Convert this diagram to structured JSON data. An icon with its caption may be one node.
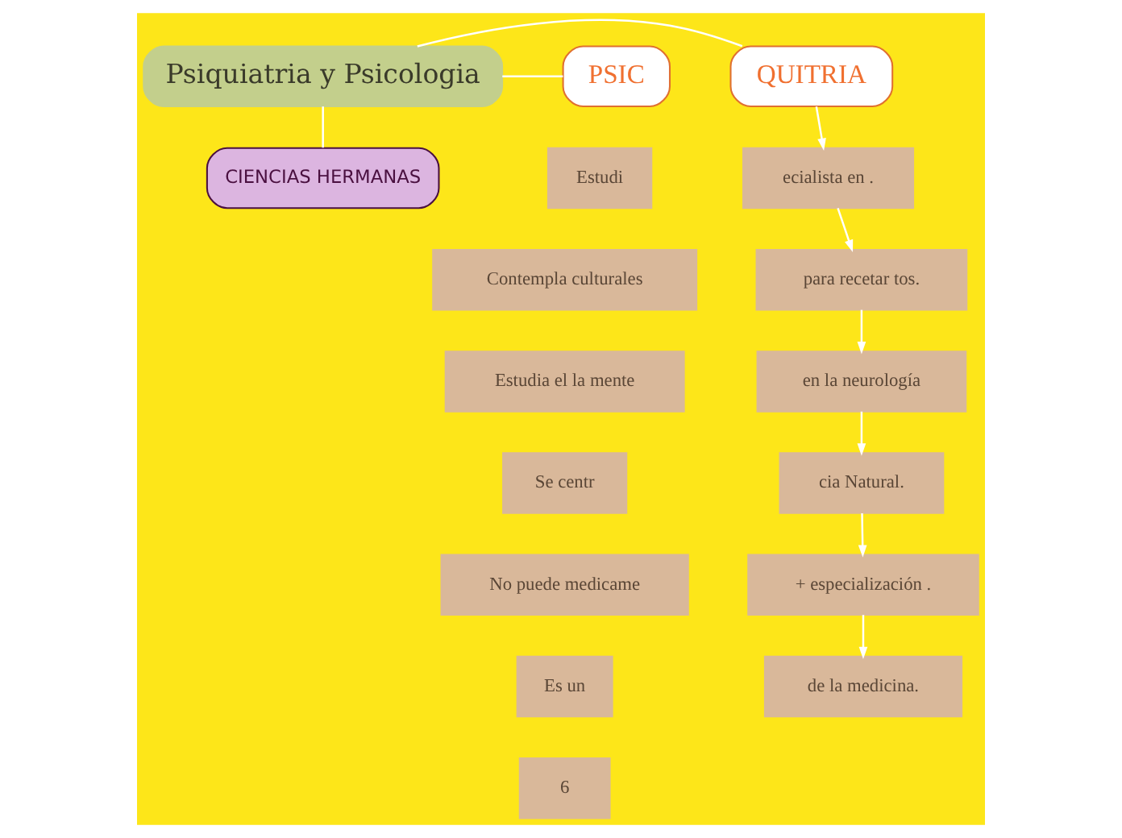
{
  "diagram": {
    "nodes": [
      {
        "text": [
          "Psiquiatria y Psicologia"
        ]
      },
      {
        "text": [
          "CIENCIAS HERMANAS"
        ]
      },
      {
        "text": [
          "QUITRIA"
        ]
      },
      {
        "text": [
          "ecialista en ."
        ]
      },
      {
        "text": [
          "para recetar tos."
        ]
      },
      {
        "text": [
          "en la neurología"
        ]
      },
      {
        "text": [
          "cia Natural."
        ]
      },
      {
        "text": [
          "+ especialización ."
        ]
      },
      {
        "text": [
          "de la medicina."
        ]
      },
      {
        "text": [
          "PSIC"
        ]
      },
      {
        "text": [
          "Estudi"
        ]
      },
      {
        "text": [
          "Contempla culturales"
        ]
      },
      {
        "text": [
          "Estudia el la mente"
        ]
      },
      {
        "text": [
          "Se centr"
        ]
      },
      {
        "text": [
          "No puede medicame"
        ]
      },
      {
        "text": [
          "Es un"
        ]
      },
      {
        "text": [
          "6"
        ]
      }
    ],
    "edges": [
      {
        "from": 0,
        "to": 2,
        "arrow": "none"
      },
      {
        "from": 0,
        "to": 9,
        "arrow": "none"
      },
      {
        "from": 0,
        "to": 1,
        "arrow": "none"
      },
      {
        "from": 2,
        "to": 3,
        "arrow": "to"
      },
      {
        "from": 3,
        "to": 4,
        "arrow": "to"
      },
      {
        "from": 4,
        "to": 5,
        "arrow": "to"
      },
      {
        "from": 5,
        "to": 6,
        "arrow": "to"
      },
      {
        "from": 6,
        "to": 7,
        "arrow": "to"
      },
      {
        "from": 7,
        "to": 8,
        "arrow": "to"
      }
    ]
  }
}
